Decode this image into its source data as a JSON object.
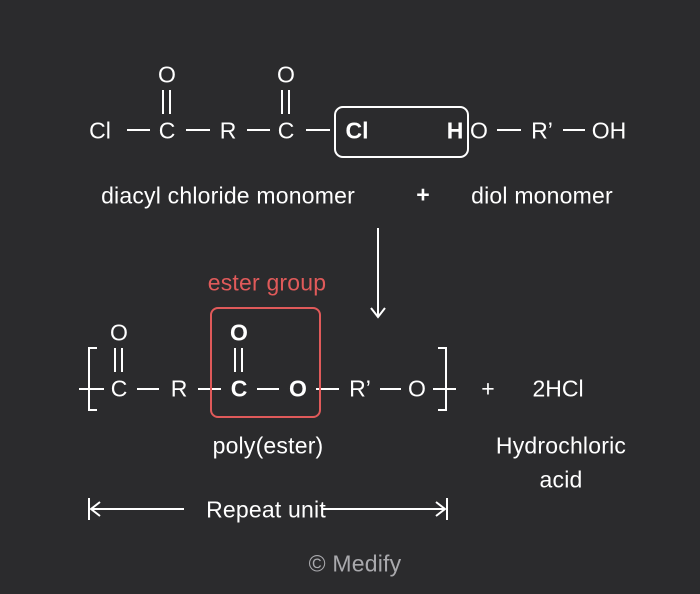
{
  "colors": {
    "background": "#2b2b2d",
    "foreground": "#ffffff",
    "highlight": "#e05a5a",
    "watermark": "#a9a9ad"
  },
  "reactants": {
    "atoms": {
      "cl_left": "Cl",
      "c1": "C",
      "o1": "O",
      "r": "R",
      "c2": "C",
      "o2": "O",
      "cl_leaving": "Cl",
      "h_leaving": "H",
      "o_diol1": "O",
      "r_prime": "R’",
      "oh_end": "OH"
    },
    "diacyl_label": "diacyl chloride monomer",
    "plus": "+",
    "diol_label": "diol monomer"
  },
  "product": {
    "ester_label": "ester group",
    "atoms": {
      "o_top1": "O",
      "c1": "C",
      "r": "R",
      "o_top2": "O",
      "c2": "C",
      "o_ester": "O",
      "r_prime": "R’",
      "o_end": "O"
    },
    "polymer_label": "poly(ester)",
    "plus": "+",
    "byproduct": "2HCl",
    "byproduct_label_line1": "Hydrochloric",
    "byproduct_label_line2": "acid",
    "repeat_unit_label": "Repeat unit"
  },
  "watermark": "© Medify"
}
